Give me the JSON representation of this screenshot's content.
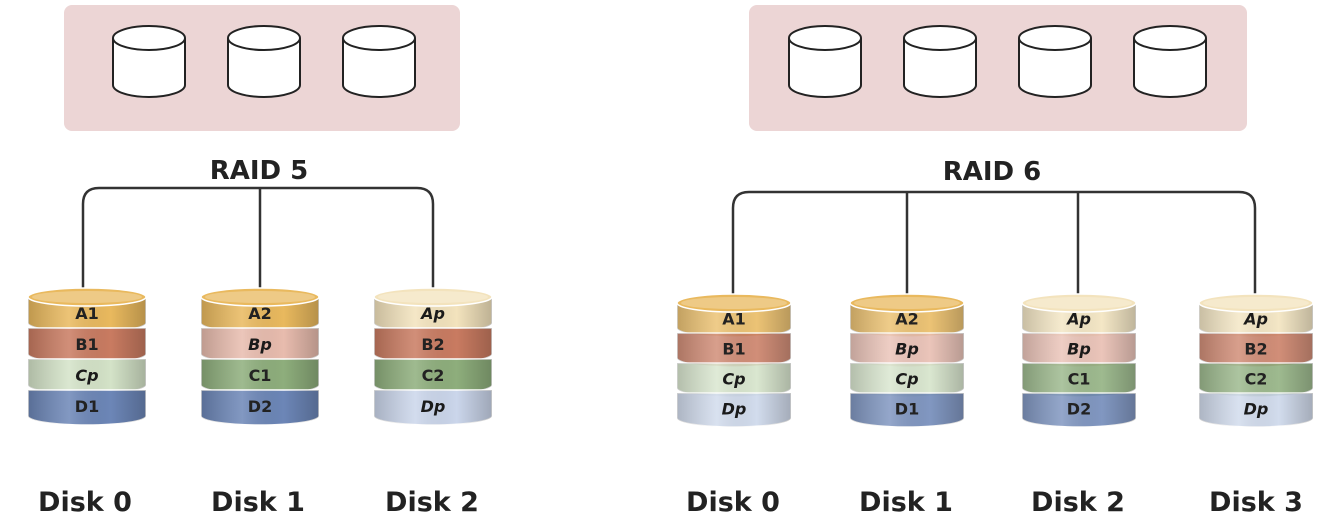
{
  "raid5": {
    "title": "RAID 5",
    "disks": [
      {
        "label": "Disk 0",
        "blocks": [
          {
            "text": "A1",
            "kind": "A",
            "parity": false
          },
          {
            "text": "B1",
            "kind": "B",
            "parity": false
          },
          {
            "text": "Cp",
            "kind": "C",
            "parity": true
          },
          {
            "text": "D1",
            "kind": "D",
            "parity": false
          }
        ]
      },
      {
        "label": "Disk 1",
        "blocks": [
          {
            "text": "A2",
            "kind": "A",
            "parity": false
          },
          {
            "text": "Bp",
            "kind": "B",
            "parity": true
          },
          {
            "text": "C1",
            "kind": "C",
            "parity": false
          },
          {
            "text": "D2",
            "kind": "D",
            "parity": false
          }
        ]
      },
      {
        "label": "Disk 2",
        "blocks": [
          {
            "text": "Ap",
            "kind": "A",
            "parity": true
          },
          {
            "text": "B2",
            "kind": "B",
            "parity": false
          },
          {
            "text": "C2",
            "kind": "C",
            "parity": false
          },
          {
            "text": "Dp",
            "kind": "D",
            "parity": true
          }
        ]
      }
    ]
  },
  "raid6": {
    "title": "RAID 6",
    "disks": [
      {
        "label": "Disk 0",
        "blocks": [
          {
            "text": "A1",
            "kind": "A",
            "parity": false
          },
          {
            "text": "B1",
            "kind": "B",
            "parity": false
          },
          {
            "text": "Cp",
            "kind": "C",
            "parity": true
          },
          {
            "text": "Dp",
            "kind": "D",
            "parity": true
          }
        ]
      },
      {
        "label": "Disk 1",
        "blocks": [
          {
            "text": "A2",
            "kind": "A",
            "parity": false
          },
          {
            "text": "Bp",
            "kind": "B",
            "parity": true
          },
          {
            "text": "Cp",
            "kind": "C",
            "parity": true
          },
          {
            "text": "D1",
            "kind": "D",
            "parity": false
          }
        ]
      },
      {
        "label": "Disk 2",
        "blocks": [
          {
            "text": "Ap",
            "kind": "A",
            "parity": true
          },
          {
            "text": "Bp",
            "kind": "B",
            "parity": true
          },
          {
            "text": "C1",
            "kind": "C",
            "parity": false
          },
          {
            "text": "D2",
            "kind": "D",
            "parity": false
          }
        ]
      },
      {
        "label": "Disk 3",
        "blocks": [
          {
            "text": "Ap",
            "kind": "A",
            "parity": true
          },
          {
            "text": "B2",
            "kind": "B",
            "parity": false
          },
          {
            "text": "C2",
            "kind": "C",
            "parity": false
          },
          {
            "text": "Dp",
            "kind": "D",
            "parity": true
          }
        ]
      }
    ]
  },
  "colors": {
    "panel": "#ecd5d5",
    "line": "#333333",
    "A": {
      "data": "#e9b95e",
      "parity": "#f3e3bd"
    },
    "B": {
      "data": "#c97b61",
      "parity": "#e8bcae"
    },
    "C": {
      "data": "#8eae7c",
      "parity": "#d4e3c8"
    },
    "D": {
      "data": "#6c86b7",
      "parity": "#cbd6eb"
    }
  }
}
